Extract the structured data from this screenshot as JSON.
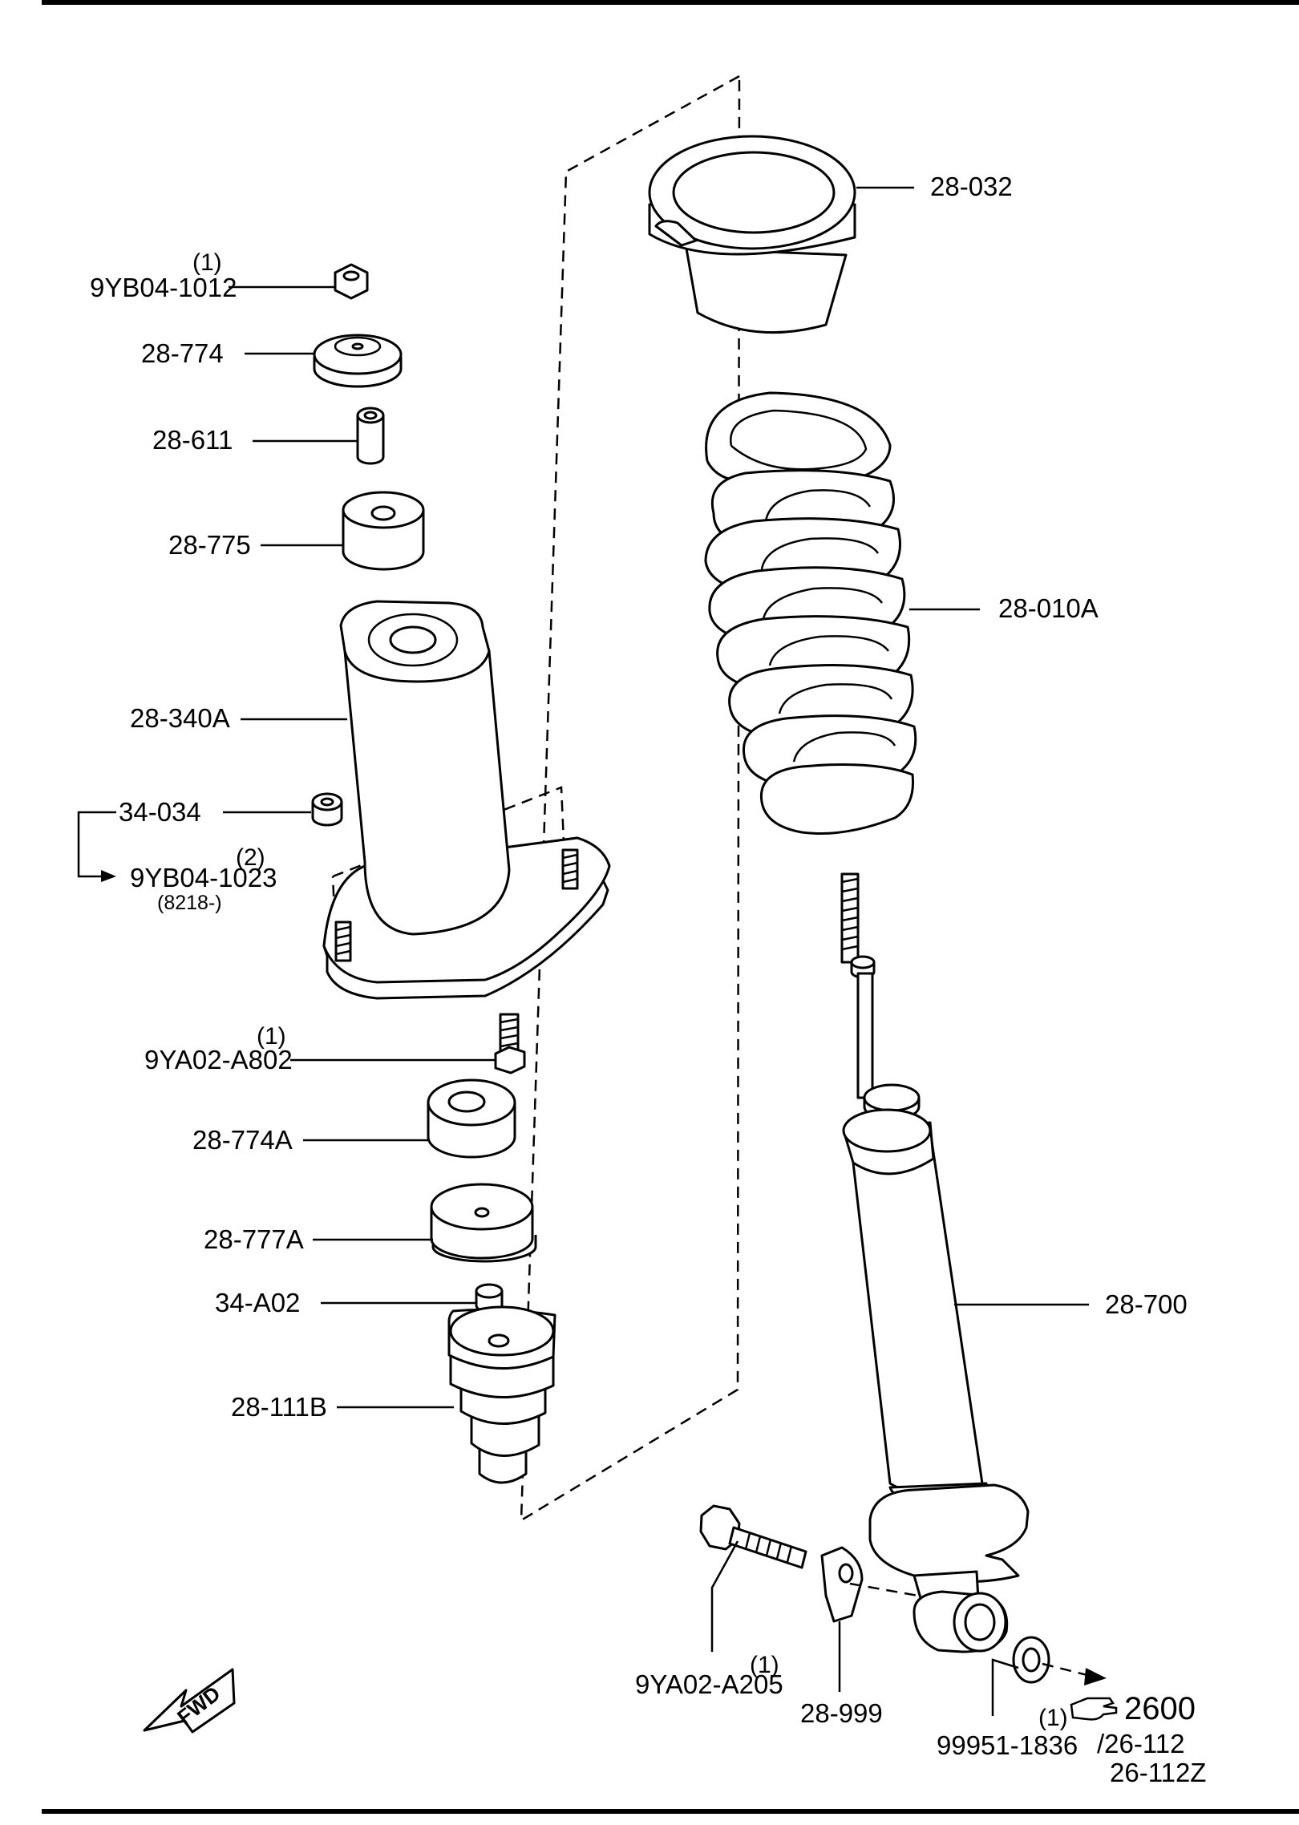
{
  "parts": {
    "p28_032": "28-032",
    "p9yb04_1012": "9YB04-1012",
    "p9yb04_1012_qty": "(1)",
    "p28_774": "28-774",
    "p28_611": "28-611",
    "p28_775": "28-775",
    "p28_010a": "28-010A",
    "p28_340a": "28-340A",
    "p34_034": "34-034",
    "p9yb04_1023": "9YB04-1023",
    "p9yb04_1023_qty": "(2)",
    "p9yb04_1023_note": "(8218-)",
    "p9ya02_a802": "9YA02-A802",
    "p9ya02_a802_qty": "(1)",
    "p28_774a": "28-774A",
    "p28_777a": "28-777A",
    "p34_a02": "34-A02",
    "p28_111b": "28-111B",
    "p28_700": "28-700",
    "p9ya02_a205": "9YA02-A205",
    "p9ya02_a205_qty": "(1)",
    "p28_999": "28-999",
    "p99951_1836": "99951-1836",
    "p99951_1836_qty": "(1)",
    "ref_section": "2600",
    "ref_26_112": "/26-112",
    "ref_26_112z": "26-112Z"
  },
  "fwd_label": "FWD",
  "icons": {
    "fwd": "fwd-arrow-icon",
    "ref": "pointing-hand-icon"
  }
}
